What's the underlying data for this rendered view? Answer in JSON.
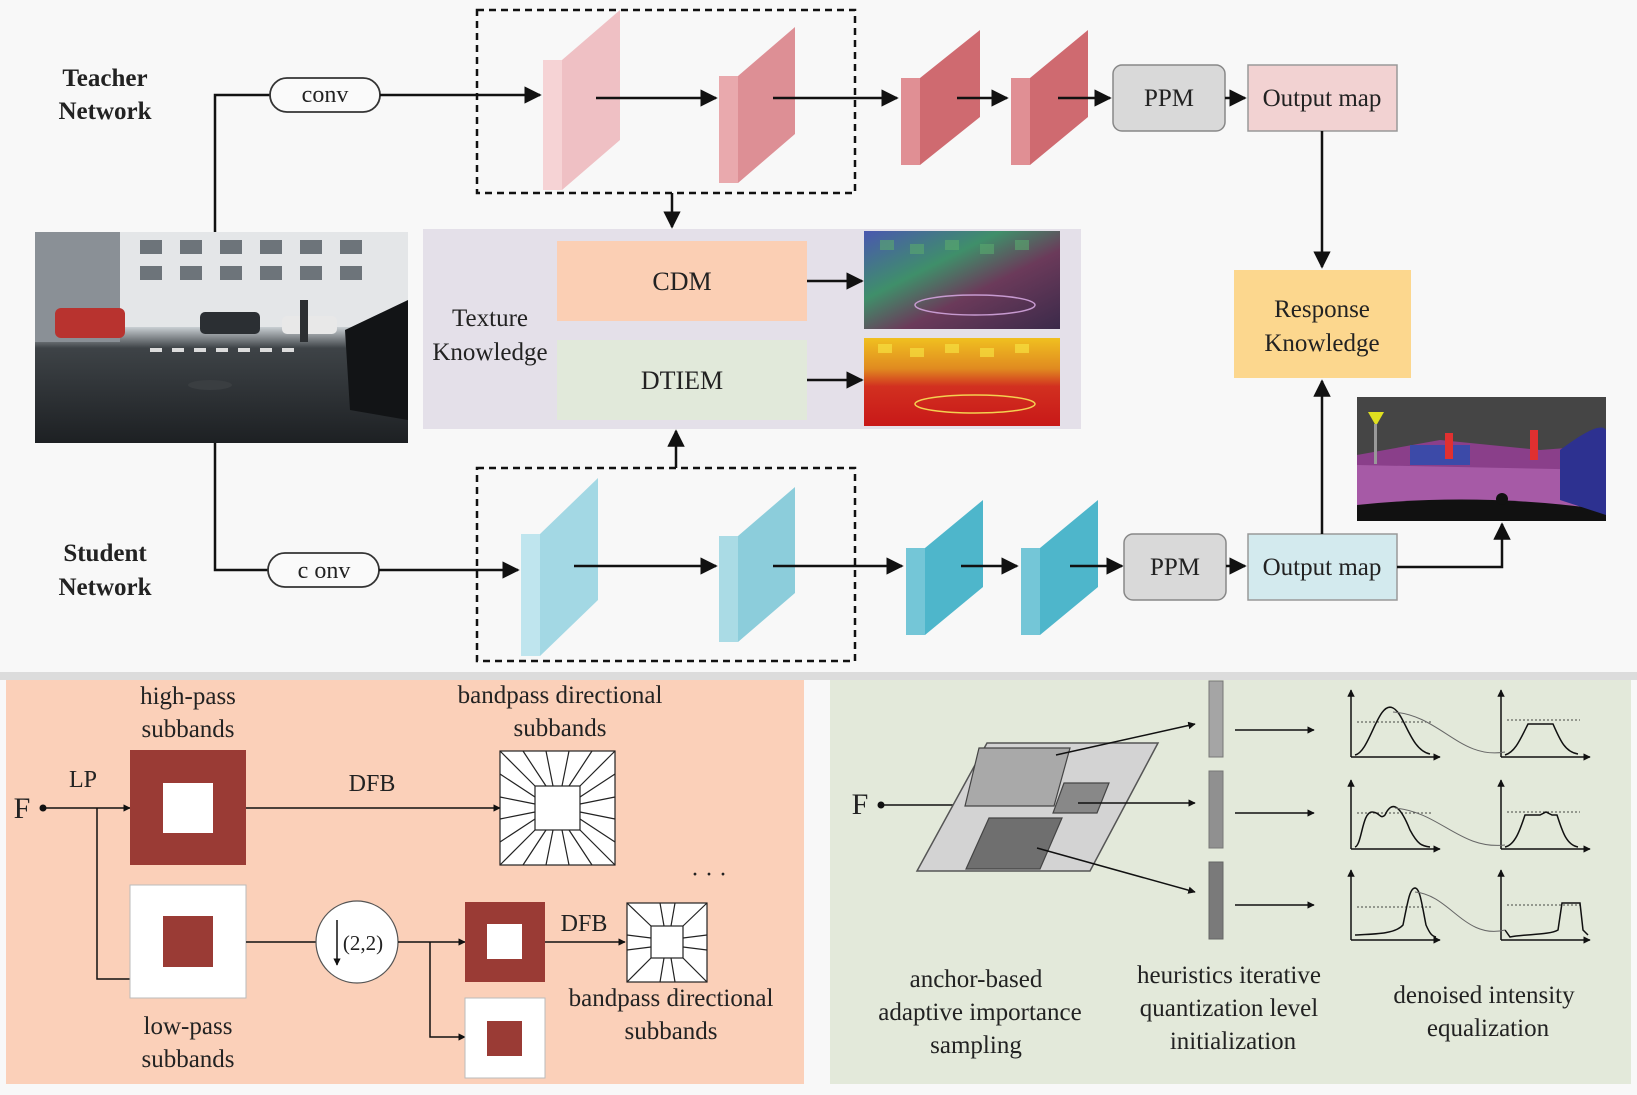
{
  "teacher": {
    "label_line1": "Teacher",
    "label_line2": "Network",
    "conv_label": "conv",
    "ppm_label": "PPM",
    "output_label": "Output map"
  },
  "student": {
    "label_line1": "Student",
    "label_line2": "Network",
    "conv_label": "c onv",
    "ppm_label": "PPM",
    "output_label": "Output map"
  },
  "texture": {
    "label_line1": "Texture",
    "label_line2": "Knowledge",
    "cdm_label": "CDM",
    "dtiem_label": "DTIEM"
  },
  "response": {
    "label_line1": "Response",
    "label_line2": "Knowledge"
  },
  "cdm_panel": {
    "input_label": "F",
    "lp_label": "LP",
    "highpass_line1": "high-pass",
    "highpass_line2": "subbands",
    "bandpass_top_line1": "bandpass directional",
    "bandpass_top_line2": "subbands",
    "dfb_top": "DFB",
    "downsample_label": "(2,2)",
    "dfb_bottom": "DFB",
    "ellipsis": "· · ·",
    "lowpass_line1": "low-pass",
    "lowpass_line2": "subbands",
    "bandpass_bottom_line1": "bandpass directional",
    "bandpass_bottom_line2": "subbands"
  },
  "dtiem_panel": {
    "input_label": "F",
    "step1_line1": "anchor-based",
    "step1_line2": "adaptive importance",
    "step1_line3": "sampling",
    "step2_line1": "heuristics iterative",
    "step2_line2": "quantization level",
    "step2_line3": "initialization",
    "step3_line1": "denoised intensity",
    "step3_line2": "equalization"
  },
  "colors": {
    "teacher_accent": "#d4686c",
    "student_accent": "#4fb8cc",
    "cdm_fill": "#fbcfb4",
    "dtiem_fill": "#e2ead9",
    "response_fill": "#fcd78e",
    "panel_cdm_bg": "#fbd0b9",
    "panel_dtiem_bg": "#e3e9da",
    "subband_dark": "#9a3b35"
  }
}
